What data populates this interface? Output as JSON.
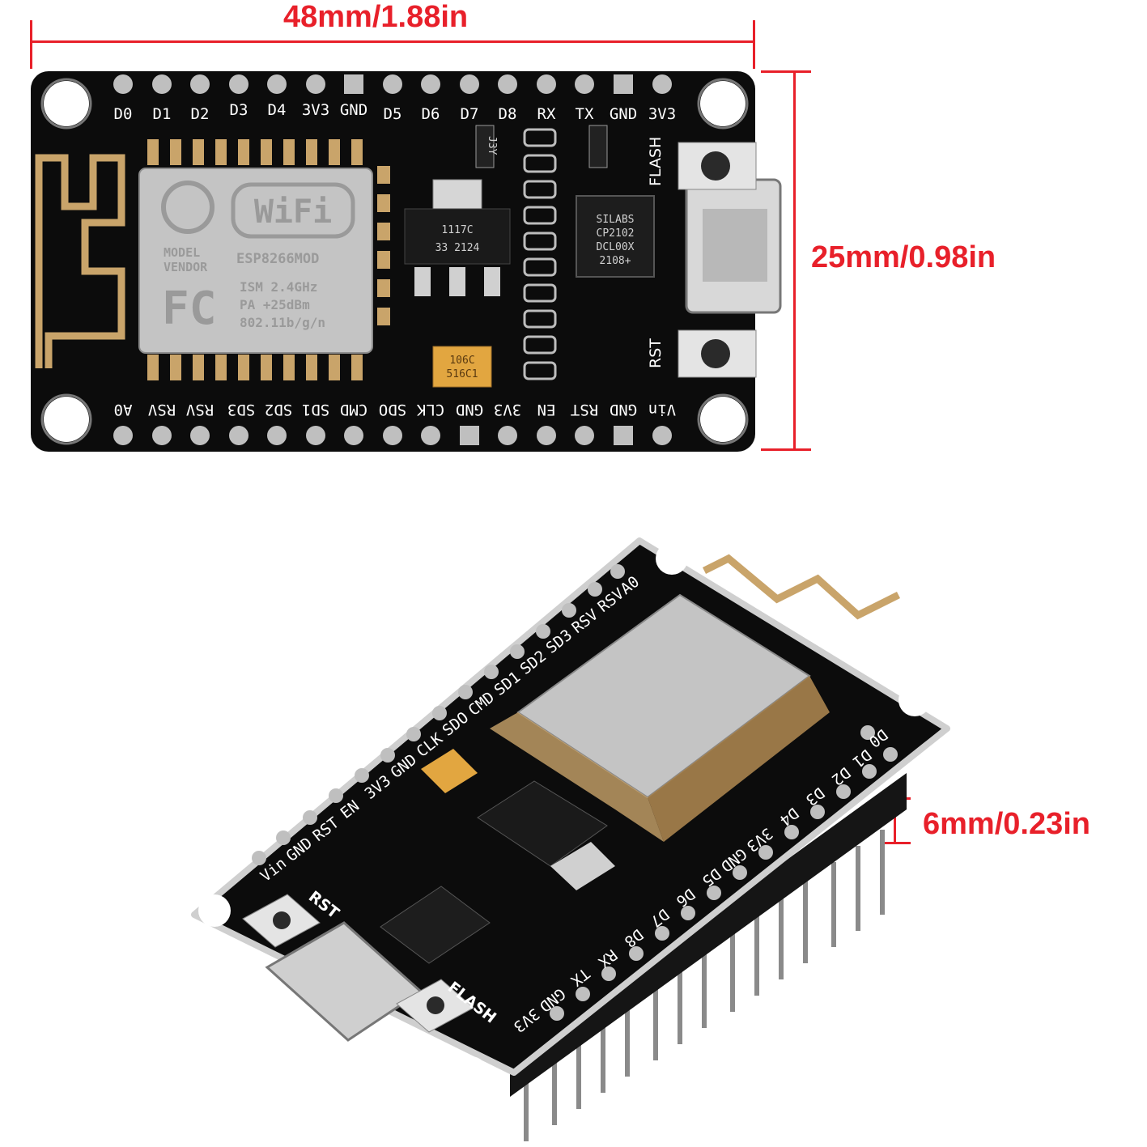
{
  "dimensions": {
    "width": "48mm/1.88in",
    "height": "25mm/0.98in",
    "pin_height": "6mm/0.23in"
  },
  "board_top": {
    "pins_top": [
      "D0",
      "D1",
      "D2",
      "D3",
      "D4",
      "3V3",
      "GND",
      "D5",
      "D6",
      "D7",
      "D8",
      "RX",
      "TX",
      "GND",
      "3V3"
    ],
    "pins_bottom": [
      "A0",
      "RSV",
      "RSV",
      "SD3",
      "SD2",
      "SD1",
      "CMD",
      "SDO",
      "CLK",
      "GND",
      "3V3",
      "EN",
      "RST",
      "GND",
      "Vin"
    ],
    "buttons": [
      "FLASH",
      "RST"
    ],
    "module": {
      "brand_line1": "MODEL",
      "brand_line2": "VENDOR",
      "wifi": "WiFi",
      "model": "ESP8266MOD",
      "fc": "FC",
      "spec1": "ISM 2.4GHz",
      "spec2": "PA  +25dBm",
      "spec3": "802.11b/g/n"
    },
    "regulator": [
      "1117C",
      "33 2124"
    ],
    "usb_chip": [
      "SILABS",
      "CP2102",
      "DCL00X",
      "2108+"
    ],
    "cap": [
      "106C",
      "516C1"
    ],
    "diode": "J3Y"
  },
  "board_angled": {
    "pins_left": [
      "Vin",
      "GND",
      "RST",
      "EN",
      "3V3",
      "GND",
      "CLK",
      "SDO",
      "CMD",
      "SD1",
      "SD2",
      "SD3",
      "RSV",
      "RSV",
      "A0"
    ],
    "pins_right": [
      "3V3",
      "GND",
      "TX",
      "RX",
      "D8",
      "D7",
      "D6",
      "D5",
      "GND",
      "3V3",
      "D4",
      "D3",
      "D2",
      "D1",
      "D0"
    ],
    "buttons": [
      "RST",
      "FLASH"
    ]
  },
  "colors": {
    "dimension": "#e8202a",
    "pcb": "#0c0c0c",
    "copper": "#c9a46a"
  }
}
